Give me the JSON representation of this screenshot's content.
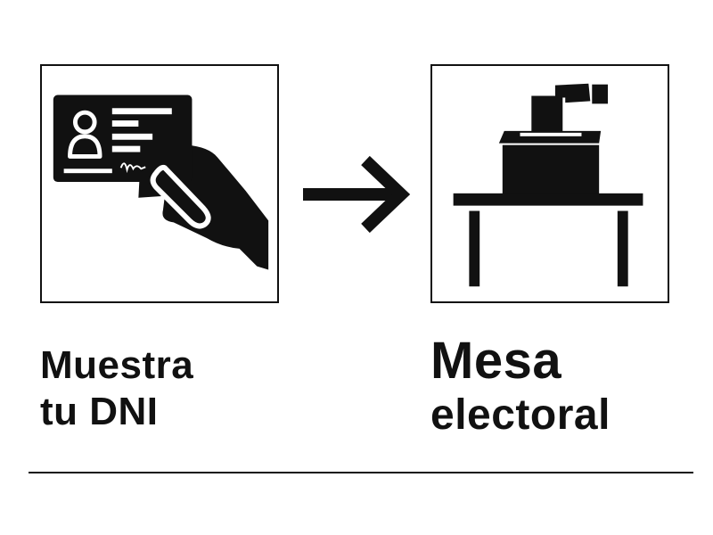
{
  "steps": [
    {
      "icon": "id-card-in-hand-icon",
      "caption_line1": "Muestra",
      "caption_line2": "tu DNI"
    },
    {
      "icon": "ballot-box-on-table-icon",
      "caption_line1": "Mesa",
      "caption_line2": "electoral"
    }
  ],
  "connector": {
    "icon": "arrow-right-icon"
  },
  "colors": {
    "ink": "#111111",
    "background": "#ffffff"
  }
}
